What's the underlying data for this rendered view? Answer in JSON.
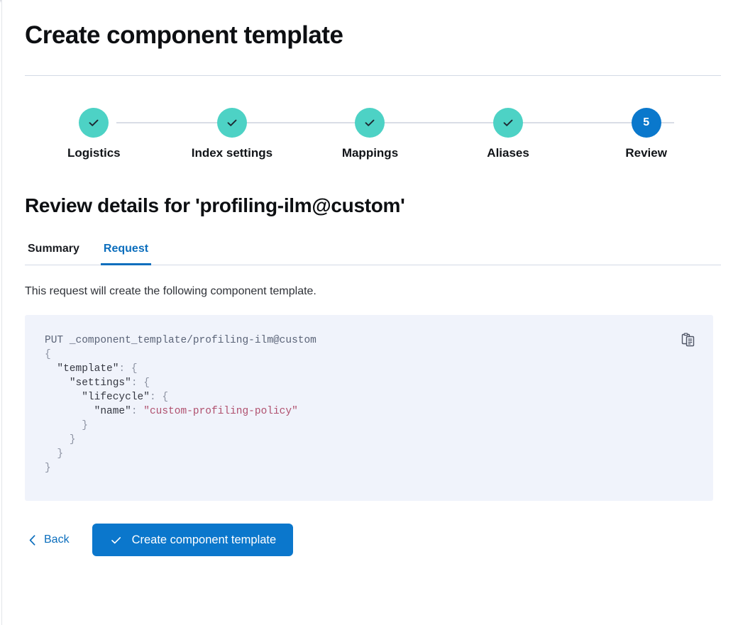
{
  "header": {
    "page_title": "Create component template"
  },
  "stepper": {
    "steps": [
      {
        "label": "Logistics",
        "state": "complete",
        "indicator": "check"
      },
      {
        "label": "Index settings",
        "state": "complete",
        "indicator": "check"
      },
      {
        "label": "Mappings",
        "state": "complete",
        "indicator": "check"
      },
      {
        "label": "Aliases",
        "state": "complete",
        "indicator": "check"
      },
      {
        "label": "Review",
        "state": "current",
        "indicator": "5"
      }
    ],
    "complete_color": "#4dd2c5",
    "current_color": "#0a78cc",
    "connector_color": "#d9dde6"
  },
  "review": {
    "section_title": "Review details for 'profiling-ilm@custom'",
    "tabs": [
      {
        "label": "Summary",
        "active": false
      },
      {
        "label": "Request",
        "active": true
      }
    ],
    "description": "This request will create the following component template.",
    "code": {
      "method": "PUT",
      "path": "_component_template/profiling-ilm@custom",
      "lines": [
        "{",
        "  \"template\": {",
        "    \"settings\": {",
        "      \"lifecycle\": {",
        "        \"name\": \"custom-profiling-policy\"",
        "      }",
        "    }",
        "  }",
        "}"
      ],
      "string_value": "custom-profiling-policy",
      "keys": [
        "template",
        "settings",
        "lifecycle",
        "name"
      ],
      "copy_icon": "clipboard-copy-icon",
      "background": "#f0f3fb"
    }
  },
  "actions": {
    "back_label": "Back",
    "back_icon": "chevron-left-icon",
    "submit_label": "Create component template",
    "submit_icon": "check-icon",
    "submit_color": "#0b77cc"
  }
}
